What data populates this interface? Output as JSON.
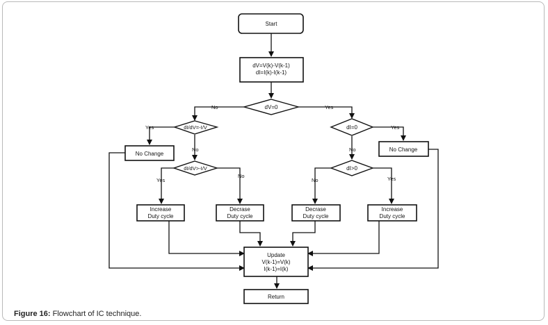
{
  "nodes": {
    "start": "Start",
    "compute_line1": "dV=V(k)-V(k-1)",
    "compute_line2": "dI=I(k)-I(k-1)",
    "dv_zero": "dV=0",
    "didv_eq": "dI/dV=-I/V",
    "di_zero": "dI=0",
    "no_change_left": "No Change",
    "no_change_right": "No Change",
    "didv_gt": "dI/dV>-I/V",
    "di_gt": "dI>0",
    "inc_left_1": "Increase",
    "inc_left_2": "Duty cycle",
    "dec_left_1": "Decrase",
    "dec_left_2": "Duty cycle",
    "dec_right_1": "Decrase",
    "dec_right_2": "Duty cycle",
    "inc_right_1": "Increase",
    "inc_right_2": "Duty cycle",
    "update_1": "Update",
    "update_2": "V(k-1)=V(k)",
    "update_3": "I(k-1)=I(k)",
    "return": "Return"
  },
  "edges": {
    "dv_no": "No",
    "dv_yes": "Yes",
    "didv_eq_yes": "Yes",
    "didv_eq_no": "No",
    "di_zero_yes": "Yes",
    "di_zero_no": "No",
    "didv_gt_yes": "Yes",
    "didv_gt_no": "No",
    "di_gt_no": "No",
    "di_gt_yes": "Yes"
  },
  "caption": {
    "label": "Figure 16:",
    "text": " Flowchart of IC technique."
  }
}
